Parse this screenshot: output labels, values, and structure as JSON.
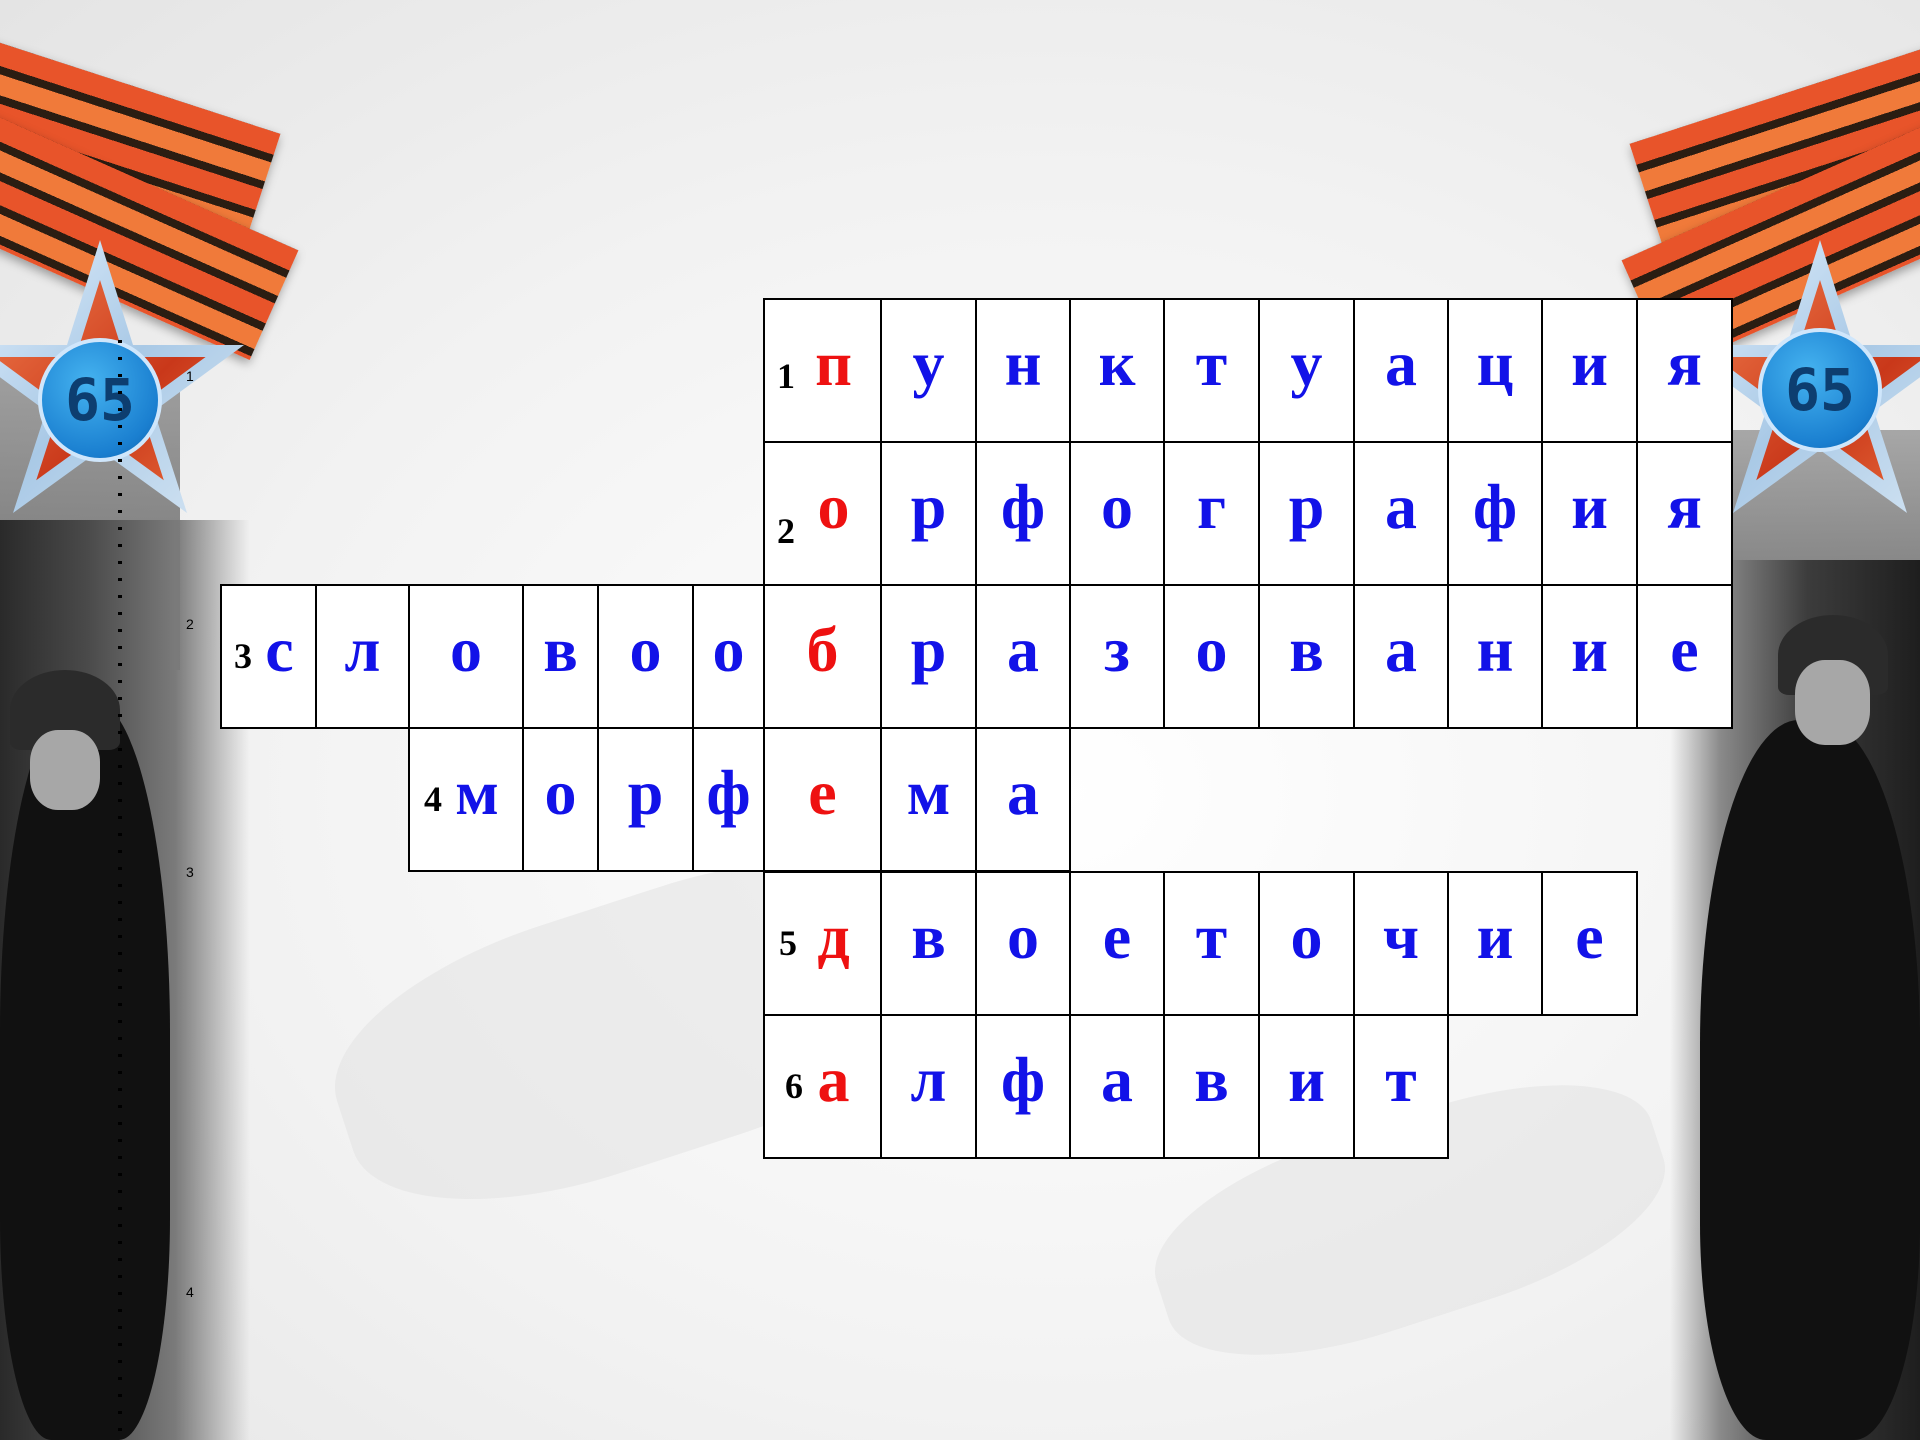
{
  "colors": {
    "letter": "#1212e8",
    "key_letter": "#ee1111",
    "grid_line": "#000000",
    "ribbon_orange": "#e8542a",
    "star_blue": "#1a7fd0"
  },
  "decorations": {
    "star_left_number": "65",
    "star_right_number": "65"
  },
  "outline_ticks": [
    "1",
    "2",
    "3",
    "4"
  ],
  "crossword": {
    "rows": [
      {
        "number": "1",
        "word": "пунктуация",
        "letters": [
          "п",
          "у",
          "н",
          "к",
          "т",
          "у",
          "а",
          "ц",
          "и",
          "я"
        ],
        "key_index": 0
      },
      {
        "number": "2",
        "word": "орфография",
        "letters": [
          "о",
          "р",
          "ф",
          "о",
          "г",
          "р",
          "а",
          "ф",
          "и",
          "я"
        ],
        "key_index": 0
      },
      {
        "number": "3",
        "word": "словообразование",
        "letters": [
          "с",
          "л",
          "о",
          "в",
          "о",
          "о",
          "б",
          "р",
          "а",
          "з",
          "о",
          "в",
          "а",
          "н",
          "и",
          "е"
        ],
        "key_index": 6
      },
      {
        "number": "4",
        "word": "морфема",
        "letters": [
          "м",
          "о",
          "р",
          "ф",
          "е",
          "м",
          "а"
        ],
        "key_index": 4
      },
      {
        "number": "5",
        "word": "двоеточие",
        "letters": [
          "д",
          "в",
          "о",
          "е",
          "т",
          "о",
          "ч",
          "и",
          "е"
        ],
        "key_index": 0
      },
      {
        "number": "6",
        "word": "алфавит",
        "letters": [
          "а",
          "л",
          "ф",
          "а",
          "в",
          "и",
          "т"
        ],
        "key_index": 0
      }
    ]
  }
}
